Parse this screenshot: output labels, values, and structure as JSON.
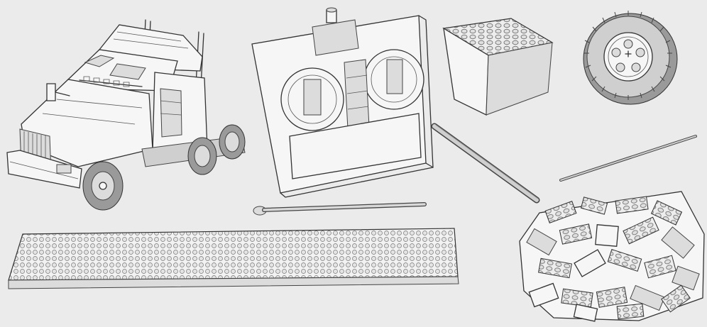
{
  "image": {
    "style": "pencil-sketch",
    "background_color": "#ebebeb",
    "stroke_color": "#333333",
    "objects": [
      {
        "name": "toy-truck-cab"
      },
      {
        "name": "remote-control"
      },
      {
        "name": "brick-block"
      },
      {
        "name": "wheel"
      },
      {
        "name": "rod-long"
      },
      {
        "name": "rod-thin"
      },
      {
        "name": "antenna-rod"
      },
      {
        "name": "baseplate-strip"
      },
      {
        "name": "brick-pile"
      }
    ]
  }
}
